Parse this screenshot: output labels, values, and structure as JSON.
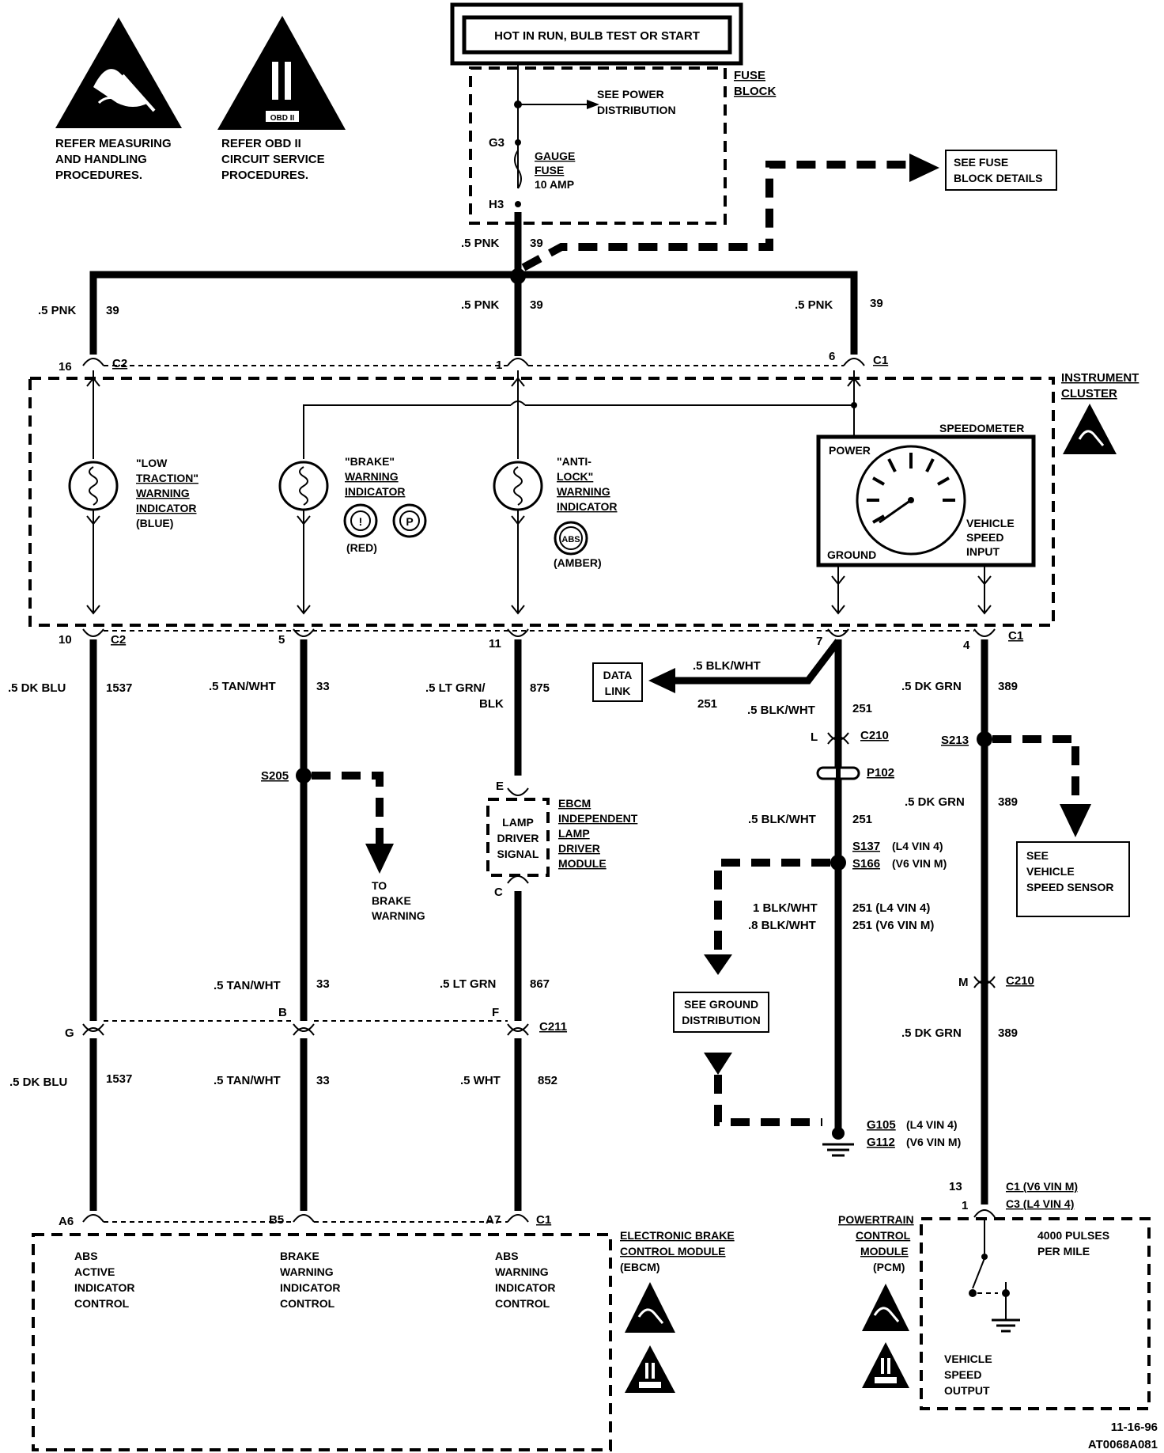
{
  "header": {
    "power_note": "HOT IN RUN, BULB TEST OR START"
  },
  "top_notes": {
    "esd_note": [
      "REFER MEASURING",
      "AND HANDLING",
      "PROCEDURES."
    ],
    "obd_note": [
      "REFER  OBD II",
      "CIRCUIT SERVICE",
      "PROCEDURES."
    ],
    "obd_badge": "OBD II"
  },
  "fuse_block": {
    "title": [
      "FUSE",
      "BLOCK"
    ],
    "see_power": [
      "SEE POWER",
      "DISTRIBUTION"
    ],
    "fuse_name": [
      "GAUGE",
      "FUSE"
    ],
    "fuse_rating": "10  AMP",
    "pin_in": "G3",
    "pin_out": "H3",
    "see_details": [
      "SEE FUSE",
      "BLOCK DETAILS"
    ]
  },
  "power_wires": {
    "main": {
      "gauge": ".5 PNK",
      "circuit": "39"
    },
    "left": {
      "gauge": ".5 PNK",
      "circuit": "39"
    },
    "center": {
      "gauge": ".5 PNK",
      "circuit": "39"
    },
    "right": {
      "gauge": ".5 PNK",
      "circuit": "39"
    }
  },
  "cluster": {
    "title": [
      "INSTRUMENT",
      "CLUSTER"
    ],
    "top_pins": {
      "left_pin": "16",
      "left_conn": "C2",
      "center_pin": "1",
      "right_pin": "6",
      "right_conn": "C1"
    },
    "low_traction": [
      "\"LOW",
      "TRACTION\"",
      "WARNING",
      "INDICATOR",
      "(BLUE)"
    ],
    "brake": [
      "\"BRAKE\"",
      "WARNING",
      "INDICATOR",
      "(RED)"
    ],
    "brake_symbols": [
      "!",
      "P"
    ],
    "antilock": [
      "\"ANTI-",
      "LOCK\"",
      "WARNING",
      "INDICATOR",
      "(AMBER)"
    ],
    "abs_symbol": "ABS",
    "speedometer": {
      "title": "SPEEDOMETER",
      "power": "POWER",
      "ground": "GROUND",
      "input": [
        "VEHICLE",
        "SPEED",
        "INPUT"
      ]
    },
    "bottom_pins": {
      "p10": "10",
      "c2": "C2",
      "p5": "5",
      "p11": "11",
      "p7": "7",
      "p4": "4",
      "c1": "C1"
    }
  },
  "wires": {
    "dk_blu": {
      "gauge": ".5 DK BLU",
      "circuit": "1537"
    },
    "tan_wht": {
      "gauge": ".5 TAN/WHT",
      "circuit": "33"
    },
    "lt_grn_blk": {
      "gauge": ".5 LT GRN/",
      "gauge2": "BLK",
      "circuit": "875"
    },
    "blk_wht_data": {
      "gauge": ".5 BLK/WHT",
      "circuit": "251"
    },
    "blk_wht": {
      "gauge": ".5 BLK/WHT",
      "circuit": "251"
    },
    "dk_grn": {
      "gauge": ".5 DK GRN",
      "circuit": "389"
    },
    "dk_grn_2": {
      "gauge": ".5  DK  GRN",
      "circuit": "389"
    },
    "blk_wht_2": {
      "gauge": ".5  BLK/WHT",
      "circuit": "251"
    },
    "blk_wht_l4": {
      "gauge": "1  BLK/WHT",
      "circuit": "251 (L4  VIN  4)"
    },
    "blk_wht_v6": {
      "gauge": ".8  BLK/WHT",
      "circuit": "251 (V6  VIN  M)"
    },
    "tan_wht_2": {
      "gauge": ".5 TAN/WHT",
      "circuit": "33"
    },
    "lt_grn": {
      "gauge": ".5  LT  GRN",
      "circuit": "867"
    },
    "dk_grn_3": {
      "gauge": ".5 DK GRN",
      "circuit": "389"
    },
    "dk_blu_2": {
      "gauge": ".5 DK BLU",
      "circuit": "1537"
    },
    "tan_wht_3": {
      "gauge": ".5 TAN/WHT",
      "circuit": "33"
    },
    "wht": {
      "gauge": ".5  WHT",
      "circuit": "852"
    }
  },
  "data_link": [
    "DATA",
    "LINK"
  ],
  "splices": {
    "s205": "S205",
    "to_brake": [
      "TO",
      "BRAKE",
      "WARNING"
    ],
    "s213": "S213",
    "see_vss": [
      "SEE",
      "VEHICLE",
      "SPEED SENSOR"
    ],
    "s137": "S137",
    "s137_note": "(L4  VIN  4)",
    "s166": "S166",
    "s166_note": "(V6  VIN  M)",
    "see_ground": [
      "SEE GROUND",
      "DISTRIBUTION"
    ]
  },
  "connectors": {
    "c210_l_pin": "L",
    "c210": "C210",
    "p102": "P102",
    "c210_m_pin": "M",
    "c211": "C211",
    "c211_g": "G",
    "c211_b": "B",
    "c211_f": "F"
  },
  "ebcm_lamp": {
    "pin_e": "E",
    "pin_c": "C",
    "box": [
      "LAMP",
      "DRIVER",
      "SIGNAL"
    ],
    "title": [
      "EBCM",
      "INDEPENDENT",
      "LAMP",
      "DRIVER",
      "MODULE"
    ]
  },
  "grounds": {
    "g105": "G105",
    "g105_note": "(L4  VIN  4)",
    "g112": "G112",
    "g112_note": "(V6  VIN  M)"
  },
  "ebcm": {
    "pins": {
      "a6": "A6",
      "b5": "B5",
      "a7": "A7",
      "c1": "C1"
    },
    "abs_active": [
      "ABS",
      "ACTIVE",
      "INDICATOR",
      "CONTROL"
    ],
    "brake_ctrl": [
      "BRAKE",
      "WARNING",
      "INDICATOR",
      "CONTROL"
    ],
    "abs_warn": [
      "ABS",
      "WARNING",
      "INDICATOR",
      "CONTROL"
    ],
    "title": [
      "ELECTRONIC BRAKE",
      "CONTROL MODULE",
      "(EBCM)"
    ]
  },
  "pcm": {
    "pin13": "13",
    "pin1": "1",
    "c1_note": "C1  (V6  VIN  M)",
    "c3_note": "C3  (L4  VIN  4)",
    "title": [
      "POWERTRAIN",
      "CONTROL",
      "MODULE",
      "(PCM)"
    ],
    "pulses": [
      "4000 PULSES",
      "PER MILE"
    ],
    "output": [
      "VEHICLE",
      "SPEED",
      "OUTPUT"
    ]
  },
  "footer": {
    "date": "11-16-96",
    "code": "AT0068A081"
  }
}
